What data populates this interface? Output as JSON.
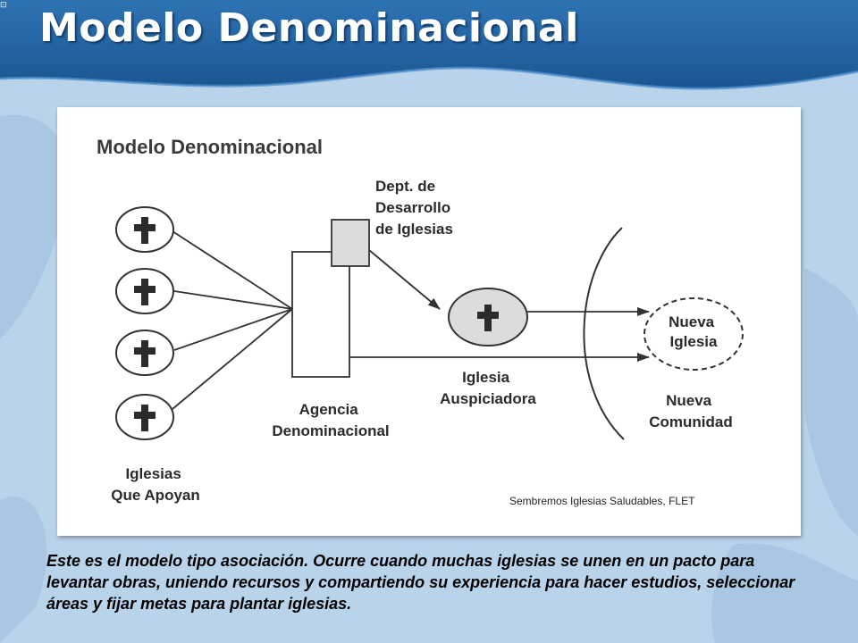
{
  "slide": {
    "title": "Modelo Denominacional",
    "caption": "Este es el modelo tipo asociación. Ocurre cuando muchas iglesias se unen en un pacto para levantar obras, uniendo recursos y compartiendo su experiencia para hacer estudios, seleccionar áreas y fijar metas para plantar iglesias.",
    "corner_mark": "⊡"
  },
  "diagram": {
    "heading": "Modelo Denominacional",
    "dept_lines": [
      "Dept. de",
      "Desarrollo",
      "de Iglesias"
    ],
    "agency_lines": [
      "Agencia",
      "Denominacional"
    ],
    "supporting_lines": [
      "Iglesias",
      "Que Apoyan"
    ],
    "sponsor_lines": [
      "Iglesia",
      "Auspiciadora"
    ],
    "new_church_lines": [
      "Nueva",
      "Iglesia"
    ],
    "new_community_lines": [
      "Nueva",
      "Comunidad"
    ],
    "credit": "Sembremos Iglesias Saludables, FLET",
    "supporting_church_count": 4,
    "icons": [
      "cross-icon"
    ]
  },
  "colors": {
    "title_banner": "#1f5d99",
    "background": "#b9d3ea",
    "dept_box_fill": "#dcdcdc",
    "sponsor_fill": "#dcdcdc",
    "line": "#333333"
  }
}
